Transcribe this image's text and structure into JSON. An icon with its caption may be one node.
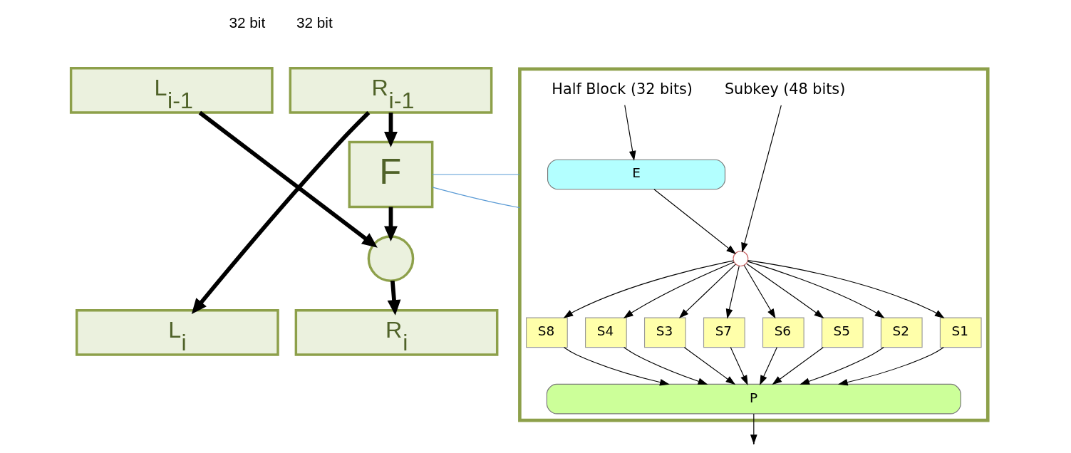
{
  "diagram": {
    "nodes": [
      {
        "text": [
          "L$_{i-1}$"
        ],
        "beside": [
          "32 bit"
        ]
      },
      {
        "text": [
          "R$_{i-1}$"
        ],
        "beside": [
          "32 bit"
        ]
      },
      {
        "text": [
          "F"
        ]
      },
      {
        "text": [],
        "shape": "circle"
      },
      {
        "text": [
          "L$_{i}$"
        ]
      },
      {
        "text": [
          "R$_{i}$"
        ]
      },
      {
        "text": [],
        "shape": "box"
      },
      {
        "text": [
          "Half Block (32 bits)"
        ],
        "in": 6
      },
      {
        "text": [
          "Subkey (48 bits)"
        ],
        "in": 6
      },
      {
        "text": [
          "E"
        ],
        "in": 6
      },
      {
        "text": [],
        "shape": "circle",
        "in": 6
      },
      {
        "text": [
          "S1"
        ],
        "in": 6
      },
      {
        "text": [
          "S2"
        ],
        "in": 6
      },
      {
        "text": [
          "S3"
        ],
        "in": 6
      },
      {
        "text": [
          "S4"
        ],
        "in": 6
      },
      {
        "text": [
          "S5"
        ],
        "in": 6
      },
      {
        "text": [
          "S6"
        ],
        "in": 6
      },
      {
        "text": [
          "S7"
        ],
        "in": 6
      },
      {
        "text": [
          "S8"
        ],
        "in": 6
      },
      {
        "text": [
          "P"
        ],
        "in": 6
      }
    ],
    "edges": [
      {
        "from": 1,
        "to": 2,
        "arrow": "to",
        "style": "thick"
      },
      {
        "from": 1,
        "to": 4,
        "arrow": "to",
        "style": "thick"
      },
      {
        "from": 0,
        "to": 3,
        "arrow": "to",
        "style": "thick"
      },
      {
        "from": 2,
        "to": 3,
        "arrow": "to",
        "style": "thick"
      },
      {
        "from": 3,
        "to": 5,
        "arrow": "to",
        "style": "thick"
      },
      {
        "from": 2,
        "to": 6,
        "arrow": "none",
        "color": "#5b9bd5"
      },
      {
        "from": 2,
        "to": 6,
        "arrow": "none",
        "color": "#5b9bd5"
      },
      {
        "from": 7,
        "to": 9,
        "arrow": "to"
      },
      {
        "from": 9,
        "to": 10,
        "arrow": "to"
      },
      {
        "from": 8,
        "to": 10,
        "arrow": "to"
      },
      {
        "from": 10,
        "to": 11,
        "arrow": "to"
      },
      {
        "from": 10,
        "to": 12,
        "arrow": "to"
      },
      {
        "from": 10,
        "to": 13,
        "arrow": "to"
      },
      {
        "from": 10,
        "to": 14,
        "arrow": "to"
      },
      {
        "from": 10,
        "to": 15,
        "arrow": "to"
      },
      {
        "from": 10,
        "to": 16,
        "arrow": "to"
      },
      {
        "from": 10,
        "to": 17,
        "arrow": "to"
      },
      {
        "from": 10,
        "to": 18,
        "arrow": "to"
      },
      {
        "from": 11,
        "to": 19,
        "arrow": "to"
      },
      {
        "from": 12,
        "to": 19,
        "arrow": "to"
      },
      {
        "from": 13,
        "to": 19,
        "arrow": "to"
      },
      {
        "from": 14,
        "to": 19,
        "arrow": "to"
      },
      {
        "from": 15,
        "to": 19,
        "arrow": "to"
      },
      {
        "from": 16,
        "to": 19,
        "arrow": "to"
      },
      {
        "from": 17,
        "to": 19,
        "arrow": "to"
      },
      {
        "from": 18,
        "to": 19,
        "arrow": "to"
      },
      {
        "from": 19,
        "to": null,
        "arrow": "to"
      }
    ]
  }
}
